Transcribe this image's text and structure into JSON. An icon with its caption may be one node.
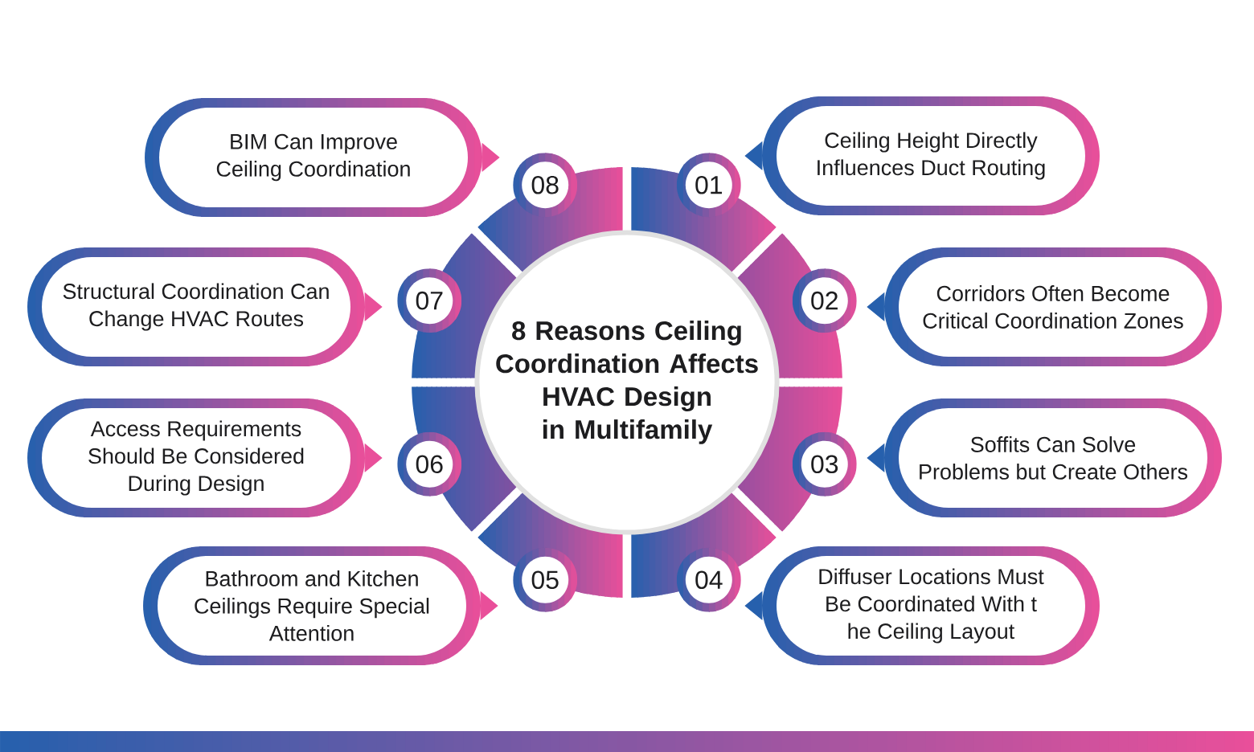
{
  "diagram": {
    "nodes": [
      {
        "text": [
          "8 Reasons Ceiling Coordination Affects HVAC Design in Multifamily"
        ]
      },
      {
        "text": [
          "01"
        ]
      },
      {
        "text": [
          "Ceiling Height Directly Influences Duct Routing"
        ]
      },
      {
        "text": [
          "02"
        ]
      },
      {
        "text": [
          "Corridors Often Become Critical Coordination Zones"
        ]
      },
      {
        "text": [
          "03"
        ]
      },
      {
        "text": [
          "Soffits Can Solve Problems but Create Others"
        ]
      },
      {
        "text": [
          "04"
        ]
      },
      {
        "text": [
          "Diffuser Locations Must Be Coordinated With t he Ceiling Layout"
        ]
      },
      {
        "text": [
          "05"
        ]
      },
      {
        "text": [
          "Bathroom and Kitchen Ceilings Require Special Attention"
        ]
      },
      {
        "text": [
          "06"
        ]
      },
      {
        "text": [
          "Access Requirements Should Be Considered During Design"
        ]
      },
      {
        "text": [
          "07"
        ]
      },
      {
        "text": [
          "Structural Coordination Can Change HVAC Routes"
        ]
      },
      {
        "text": [
          "08"
        ]
      },
      {
        "text": [
          "BIM Can Improve Ceiling Coordination"
        ]
      }
    ],
    "edges": [
      {
        "from": 2,
        "to": 1,
        "arrow": "to",
        "color": "#2660ad"
      },
      {
        "from": 4,
        "to": 3,
        "arrow": "to",
        "color": "#2660ad"
      },
      {
        "from": 6,
        "to": 5,
        "arrow": "to",
        "color": "#2660ad"
      },
      {
        "from": 8,
        "to": 7,
        "arrow": "to",
        "color": "#2660ad"
      },
      {
        "from": 10,
        "to": 9,
        "arrow": "to",
        "color": "#e94f9a"
      },
      {
        "from": 12,
        "to": 11,
        "arrow": "to",
        "color": "#e94f9a"
      },
      {
        "from": 14,
        "to": 13,
        "arrow": "to",
        "color": "#e94f9a"
      },
      {
        "from": 16,
        "to": 15,
        "arrow": "to",
        "color": "#e94f9a"
      }
    ]
  }
}
